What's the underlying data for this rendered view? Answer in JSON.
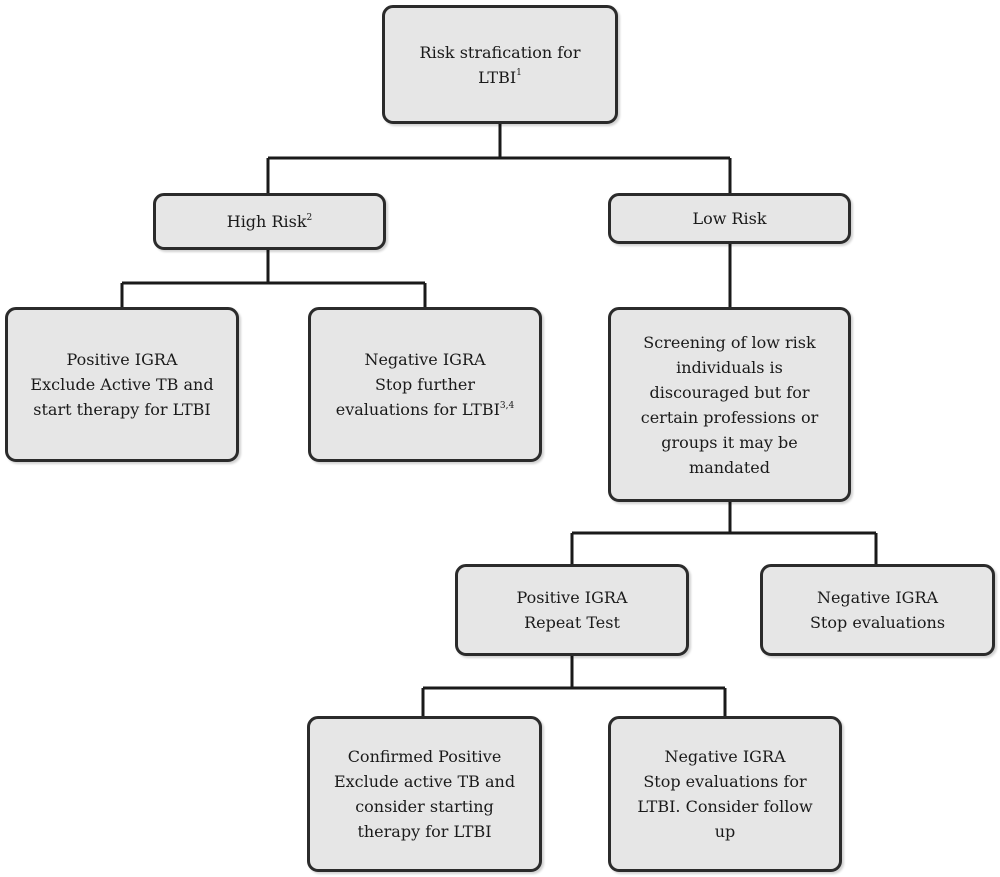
{
  "nodes": {
    "root": {
      "text": "Risk strafication for",
      "text2": "LTBI",
      "sup": "1"
    },
    "high_risk": {
      "text": "High Risk",
      "sup": "2"
    },
    "low_risk": {
      "text": "Low Risk"
    },
    "high_pos": {
      "line1": "Positive IGRA",
      "line2": "Exclude Active TB and",
      "line3": "start therapy for LTBI"
    },
    "high_neg": {
      "line1": "Negative IGRA",
      "line2": "Stop further",
      "line3": "evaluations for LTBI",
      "sup": "3,4"
    },
    "low_screen": {
      "line1": "Screening of low risk",
      "line2": "individuals is",
      "line3": "discouraged but for",
      "line4": "certain professions or",
      "line5": "groups it may be",
      "line6": "mandated"
    },
    "low_pos": {
      "line1": "Positive IGRA",
      "line2": "Repeat Test"
    },
    "low_neg": {
      "line1": "Negative IGRA",
      "line2": "Stop evaluations"
    },
    "confirmed_pos": {
      "line1": "Confirmed Positive",
      "line2": "Exclude active TB and",
      "line3": "consider starting",
      "line4": "therapy for LTBI"
    },
    "repeat_neg": {
      "line1": "Negative IGRA",
      "line2": "Stop evaluations for",
      "line3": "LTBI. Consider follow",
      "line4": "up"
    }
  }
}
